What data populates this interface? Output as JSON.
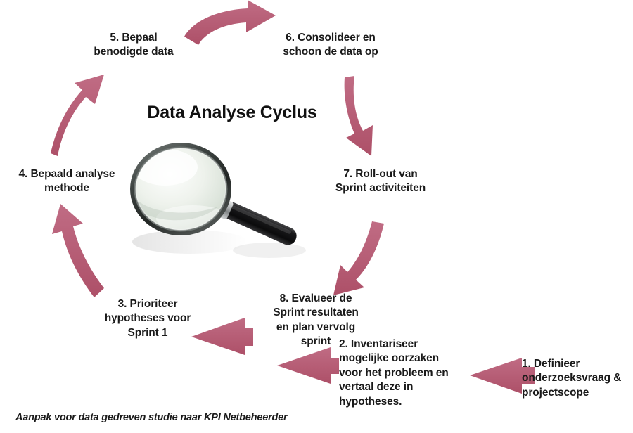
{
  "diagram": {
    "title": "Data Analyse Cyclus",
    "footer": "Aanpak voor data gedreven studie naar KPI Netbeheerder",
    "accent_color": "#b55a73",
    "text_color": "#1a1a1a",
    "background_color": "#ffffff",
    "center_image": "magnifying-glass"
  },
  "steps": [
    {
      "number": "1",
      "label": "1. Definieer\nonderzoeksvraag &\nprojectscope"
    },
    {
      "number": "2",
      "label": "2. Inventariseer\nmogelijke oorzaken\nvoor het probleem en\nvertaal deze in\nhypotheses."
    },
    {
      "number": "3",
      "label": "3. Prioriteer\nhypotheses voor\nSprint 1"
    },
    {
      "number": "4",
      "label": "4. Bepaald analyse\nmethode"
    },
    {
      "number": "5",
      "label": "5. Bepaal\nbenodigde data"
    },
    {
      "number": "6",
      "label": "6. Consolideer en\nschoon de data op"
    },
    {
      "number": "7",
      "label": "7. Roll-out van\nSprint activiteiten"
    },
    {
      "number": "8",
      "label": "8. Evalueer de\nSprint  resultaten\nen plan vervolg\nsprint"
    }
  ],
  "arrows": [
    {
      "name": "arrow-1-to-2",
      "direction": "left",
      "shape": "straight"
    },
    {
      "name": "arrow-2-to-8",
      "direction": "left",
      "shape": "straight"
    },
    {
      "name": "arrow-8-to-3",
      "direction": "left",
      "shape": "straight"
    },
    {
      "name": "arrow-3-to-4",
      "direction": "up-left",
      "shape": "curved"
    },
    {
      "name": "arrow-4-to-5",
      "direction": "up-right",
      "shape": "curved"
    },
    {
      "name": "arrow-5-to-6",
      "direction": "right",
      "shape": "curved"
    },
    {
      "name": "arrow-6-to-7",
      "direction": "down",
      "shape": "curved"
    },
    {
      "name": "arrow-7-to-8",
      "direction": "down-left",
      "shape": "curved"
    }
  ]
}
